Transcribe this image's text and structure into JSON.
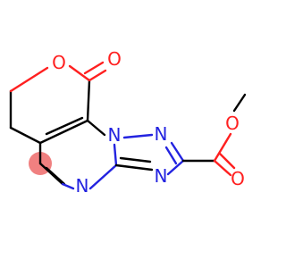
{
  "atoms": {
    "ring_oxygen": "O",
    "carbonyl_oxygen_top": "O",
    "n_bridge": "N",
    "n_triazole_top": "N",
    "n_triazole_bottom": "N",
    "n_pyrimidine": "N",
    "ester_oxygen_single": "O",
    "ester_oxygen_double": "O"
  },
  "colors": {
    "bond": "#000000",
    "nitrogen": "#2323e0",
    "oxygen": "#ff2020",
    "highlight": "#f08080"
  }
}
